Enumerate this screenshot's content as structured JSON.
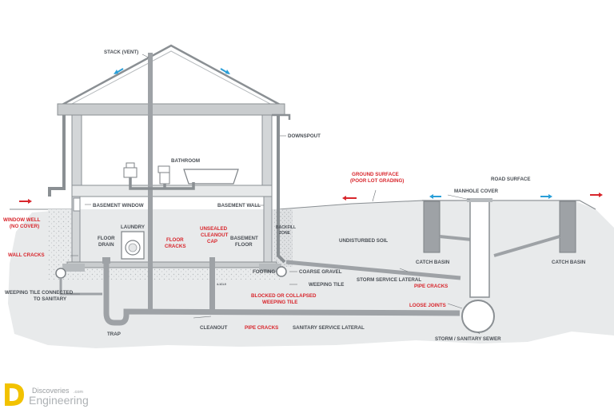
{
  "labels": {
    "stack_vent": "STACK (VENT)",
    "downspout": "DOWNSPOUT",
    "bathroom": "BATHROOM",
    "basement_window": "BASEMENT WINDOW",
    "basement_wall": "BASEMENT WALL",
    "laundry": "LAUNDRY",
    "floor_drain_1": "FLOOR",
    "floor_drain_2": "DRAIN",
    "basement_floor_1": "BASEMENT",
    "basement_floor_2": "FLOOR",
    "backfill_zone_1": "BACKFILL",
    "backfill_zone_2": "ZONE",
    "undisturbed_soil": "UNDISTURBED SOIL",
    "footing": "FOOTING",
    "coarse_gravel": "COARSE GRAVEL",
    "weeping_tile": "WEEPING TILE",
    "storm_service_lateral": "STORM SERVICE LATERAL",
    "weeping_tile_connected_1": "WEEPING TILE CONNECTED",
    "weeping_tile_connected_2": "TO SANITARY",
    "trap": "TRAP",
    "cleanout": "CLEANOUT",
    "sanitary_service_lateral": "SANITARY SERVICE LATERAL",
    "road_surface": "ROAD SURFACE",
    "manhole_cover": "MANHOLE COVER",
    "catch_basin_left": "CATCH BASIN",
    "catch_basin_right": "CATCH BASIN",
    "storm_sanitary_sewer": "STORM / SANITARY SEWER",
    "small_marker": "4-1CL9"
  },
  "problems": {
    "window_well_1": "WINDOW WELL",
    "window_well_2": "(NO COVER)",
    "wall_cracks": "WALL CRACKS",
    "floor_cracks_1": "FLOOR",
    "floor_cracks_2": "CRACKS",
    "unsealed_cap_1": "UNSEALED",
    "unsealed_cap_2": "CLEANOUT",
    "unsealed_cap_3": "CAP",
    "ground_surface_1": "GROUND SURFACE",
    "ground_surface_2": "(POOR LOT GRADING)",
    "pipe_cracks_right": "PIPE CRACKS",
    "blocked_tile_1": "BLOCKED OR COLLAPSED",
    "blocked_tile_2": "WEEPING TILE",
    "loose_joints": "LOOSE JOINTS",
    "pipe_cracks_bottom": "PIPE CRACKS"
  },
  "logo": {
    "line1": "Discoveries",
    "line1_suffix": ".com",
    "line2": "Engineering"
  },
  "colors": {
    "problem_red": "#d8262c",
    "airflow_blue": "#2a9fd8",
    "label_gray": "#4a4f55",
    "logo_yellow": "#f2c200"
  }
}
